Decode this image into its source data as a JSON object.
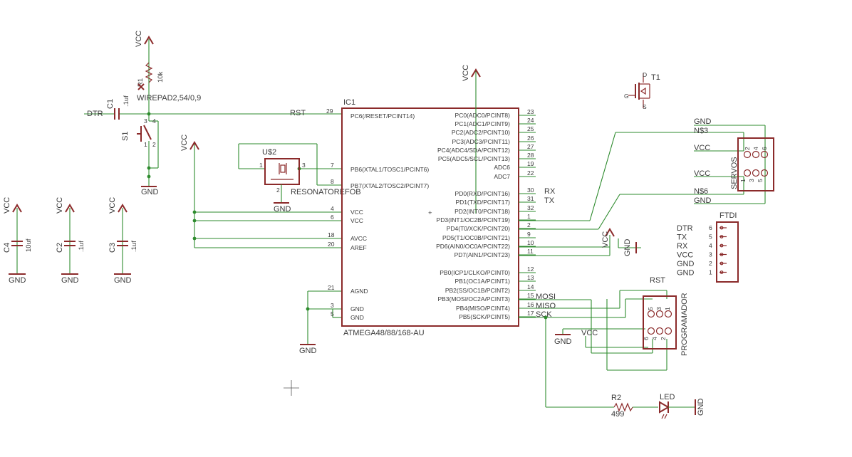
{
  "symbols": {
    "vcc": "VCC",
    "gnd": "GND"
  },
  "ic": {
    "name": "IC1",
    "part": "ATMEGA48/88/168-AU",
    "left_pins": [
      {
        "num": "29",
        "label": "PC6(/RESET/PCINT14)"
      },
      {
        "num": "7",
        "label": "PB6(XTAL1/TOSC1/PCINT6)"
      },
      {
        "num": "8",
        "label": "PB7(XTAL2/TOSC2/PCINT7)"
      },
      {
        "num": "4",
        "label": "VCC"
      },
      {
        "num": "6",
        "label": "VCC"
      },
      {
        "num": "18",
        "label": "AVCC"
      },
      {
        "num": "20",
        "label": "AREF"
      },
      {
        "num": "21",
        "label": "AGND"
      },
      {
        "num": "3",
        "label": "GND"
      },
      {
        "num": "5",
        "label": "GND"
      }
    ],
    "right_pins": [
      {
        "num": "23",
        "label": "PC0(ADC0/PCINT8)"
      },
      {
        "num": "24",
        "label": "PC1(ADC1/PCINT9)"
      },
      {
        "num": "25",
        "label": "PC2(ADC2/PCINT10)"
      },
      {
        "num": "26",
        "label": "PC3(ADC3/PCINT11)"
      },
      {
        "num": "27",
        "label": "PC4(ADC4/SDA/PCINT12)"
      },
      {
        "num": "28",
        "label": "PC5(ADC5/SCL/PCINT13)"
      },
      {
        "num": "19",
        "label": "ADC6"
      },
      {
        "num": "22",
        "label": "ADC7"
      },
      {
        "num": "30",
        "label": "PD0(RXD/PCINT16)"
      },
      {
        "num": "31",
        "label": "PD1(TXD/PCINT17)"
      },
      {
        "num": "32",
        "label": "PD2(INT0/PCINT18)"
      },
      {
        "num": "1",
        "label": "PD3(INT1/OC2B/PCINT19)"
      },
      {
        "num": "2",
        "label": "PD4(T0/XCK/PCINT20)"
      },
      {
        "num": "9",
        "label": "PD5(T1/OC0B/PCINT21)"
      },
      {
        "num": "10",
        "label": "PD6(AIN0/OC0A/PCINT22)"
      },
      {
        "num": "11",
        "label": "PD7(AIN1/PCINT23)"
      },
      {
        "num": "12",
        "label": "PB0(ICP1/CLKO/PCINT0)"
      },
      {
        "num": "13",
        "label": "PB1(OC1A/PCINT1)"
      },
      {
        "num": "14",
        "label": "PB2(SS/OC1B/PCINT2)"
      },
      {
        "num": "15",
        "label": "PB3(MOSI/OC2A/PCINT3)"
      },
      {
        "num": "16",
        "label": "PB4(MISO/PCINT4)"
      },
      {
        "num": "17",
        "label": "PB5(SCK/PCINT5)"
      }
    ]
  },
  "nets": {
    "rst": "RST",
    "dtr": "DTR",
    "rx": "RX",
    "tx": "TX",
    "mosi": "MOSI",
    "miso": "MISO",
    "sck": "SCK"
  },
  "reset_circuit": {
    "c1_name": "C1",
    "c1_value": ".1uf",
    "r_name": "R1",
    "r_value": "10k",
    "wirepad": "WIREPAD2,54/0,9",
    "switch": "S1",
    "sw_pins": [
      "3",
      "4",
      "1",
      "2"
    ]
  },
  "resonator": {
    "name": "U$2",
    "part": "RESONATOREFOB",
    "pins": [
      "1",
      "2",
      "3"
    ]
  },
  "caps": [
    {
      "name": "C4",
      "value": "10uf"
    },
    {
      "name": "C2",
      "value": ".1uf"
    },
    {
      "name": "C3",
      "value": ".1uf"
    }
  ],
  "servos": {
    "name": "SERVOS",
    "labels": [
      "GND",
      "N$3",
      "VCC",
      "VCC",
      "N$6",
      "GND"
    ],
    "pins_top": [
      "2",
      "4",
      "6"
    ],
    "pins_bottom": [
      "1",
      "3",
      "5"
    ]
  },
  "ftdi": {
    "name": "FTDI",
    "rows": [
      {
        "label": "DTR",
        "num": "6"
      },
      {
        "label": "TX",
        "num": "5"
      },
      {
        "label": "RX",
        "num": "4"
      },
      {
        "label": "VCC",
        "num": "3"
      },
      {
        "label": "GND",
        "num": "2"
      },
      {
        "label": "GND",
        "num": "1"
      }
    ]
  },
  "programmer": {
    "name": "PROGRAMADOR",
    "rst": "RST",
    "pins_top": [
      "5",
      "3",
      "1"
    ],
    "pins_bottom": [
      "6",
      "4",
      "2"
    ]
  },
  "transistor": {
    "name": "T1",
    "pins": [
      "D",
      "G",
      "S"
    ]
  },
  "led": {
    "r_name": "R2",
    "r_value": "499",
    "led_name": "LED"
  }
}
